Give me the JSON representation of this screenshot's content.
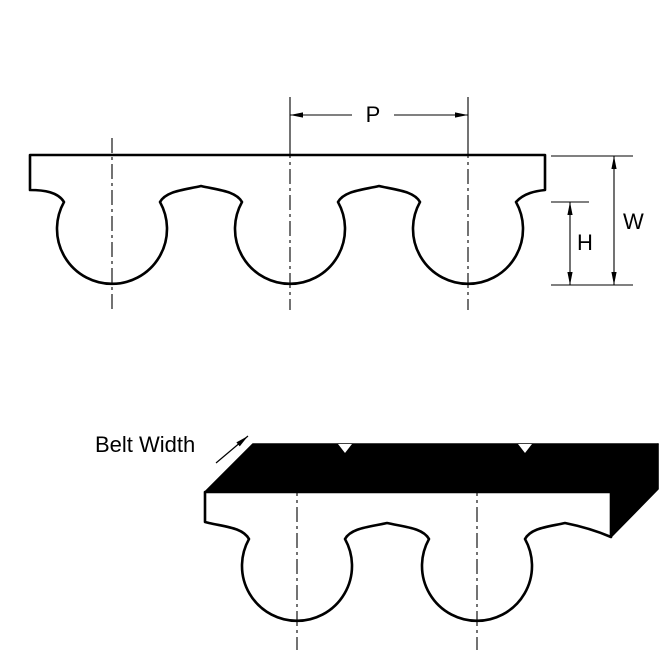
{
  "diagram": {
    "type": "timing-belt-dimension-drawing",
    "labels": {
      "pitch": "P",
      "belt_thickness": "W",
      "tooth_height": "H",
      "belt_width": "Belt Width"
    },
    "colors": {
      "line": "#000000",
      "surface_fill": "#000000",
      "background": "#ffffff"
    }
  }
}
